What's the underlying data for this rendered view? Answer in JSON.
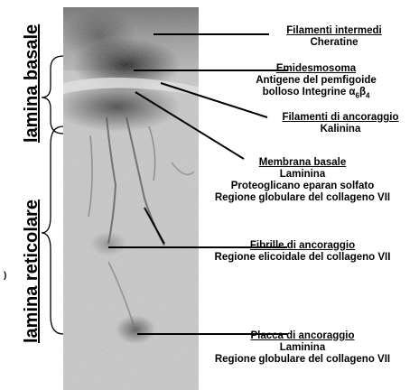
{
  "side_labels": {
    "basal": "lamina basale",
    "reticular": "lamina reticolare"
  },
  "stray_mark": ")",
  "annotations": [
    {
      "title": "Filamenti intermedi",
      "lines": [
        "Cheratine"
      ]
    },
    {
      "title": "Emidesmosoma",
      "lines": [
        "Antigene del pemfigoide",
        "bolloso Integrine α",
        "β",
        "4"
      ]
    },
    {
      "title": "Filamenti di ancoraggio",
      "lines": [
        "Kalinina"
      ]
    },
    {
      "title": "Membrana basale",
      "lines": [
        "Laminina",
        "Proteoglicano eparan solfato",
        "Regione globulare del collageno VII"
      ]
    },
    {
      "title": "Fibrille di ancoraggio",
      "lines": [
        "Regione elicoidale del collageno VII"
      ]
    },
    {
      "title": "Placca di ancoraggio",
      "lines": [
        "Laminina",
        "Regione globulare del collageno VII"
      ]
    }
  ],
  "integrin_sub_1": "6",
  "integrin_sub_2": "4",
  "colors": {
    "micrograph_light": "#cfcfcf",
    "micrograph_dark": "#2a2a2a",
    "ink": "#000000"
  }
}
